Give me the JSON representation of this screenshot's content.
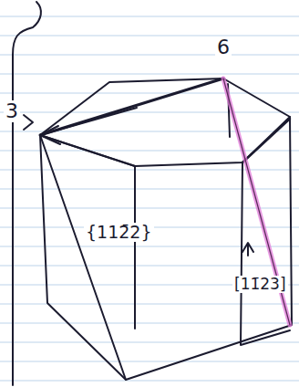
{
  "diagram": {
    "labels": [
      "3",
      "6",
      "{112̄2}",
      "[11̄23]"
    ]
  }
}
